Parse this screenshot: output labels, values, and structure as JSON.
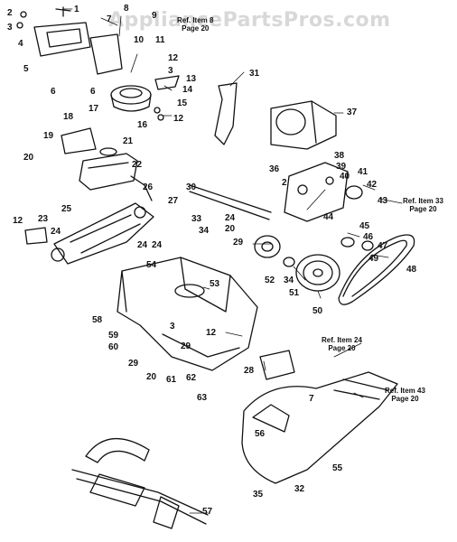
{
  "watermark": "AppliancePartsPros.com",
  "refs": [
    {
      "line1": "Ref. Item 8",
      "line2": "Page 20"
    },
    {
      "line1": "Ref. Item 33",
      "line2": "Page 20"
    },
    {
      "line1": "Ref. Item 24",
      "line2": "Page 20"
    },
    {
      "line1": "Ref. Item 43",
      "line2": "Page 20"
    }
  ],
  "labels": [
    "1",
    "2",
    "3",
    "4",
    "5",
    "6",
    "6",
    "7",
    "8",
    "9",
    "10",
    "11",
    "12",
    "3",
    "13",
    "14",
    "15",
    "12",
    "16",
    "17",
    "18",
    "19",
    "20",
    "21",
    "22",
    "26",
    "27",
    "30",
    "31",
    "37",
    "36",
    "2",
    "38",
    "39",
    "40",
    "41",
    "42",
    "43",
    "33",
    "24",
    "20",
    "34",
    "29",
    "24",
    "23",
    "12",
    "24",
    "25",
    "24",
    "54",
    "53",
    "58",
    "59",
    "60",
    "29",
    "20",
    "61",
    "62",
    "63",
    "28",
    "7",
    "56",
    "55",
    "35",
    "32",
    "57",
    "44",
    "45",
    "46",
    "47",
    "48",
    "49",
    "50",
    "51",
    "52",
    "34",
    "3",
    "12",
    "29"
  ]
}
